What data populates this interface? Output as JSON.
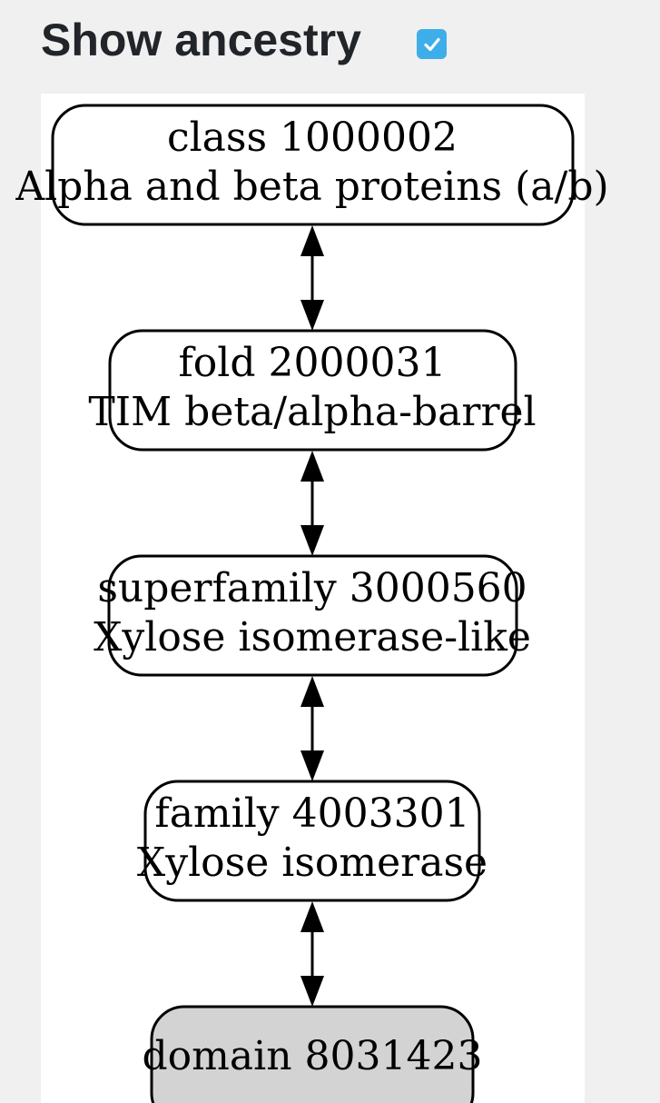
{
  "header": {
    "title": "Show ancestry",
    "show_ancestry_checked": true
  },
  "colors": {
    "checkbox_fill": "#3daee9",
    "leaf_node_fill": "#d3d3d3",
    "node_fill": "#ffffff",
    "edge": "#000000"
  },
  "ancestry": {
    "nodes": [
      {
        "id": "class",
        "line1": "class 1000002",
        "line2": "Alpha and beta proteins (a/b)",
        "current": false
      },
      {
        "id": "fold",
        "line1": "fold 2000031",
        "line2": "TIM beta/alpha-barrel",
        "current": false
      },
      {
        "id": "superfamily",
        "line1": "superfamily 3000560",
        "line2": "Xylose isomerase-like",
        "current": false
      },
      {
        "id": "family",
        "line1": "family 4003301",
        "line2": "Xylose isomerase",
        "current": false
      },
      {
        "id": "domain",
        "line1": "domain 8031423",
        "line2": "",
        "current": true
      }
    ]
  }
}
